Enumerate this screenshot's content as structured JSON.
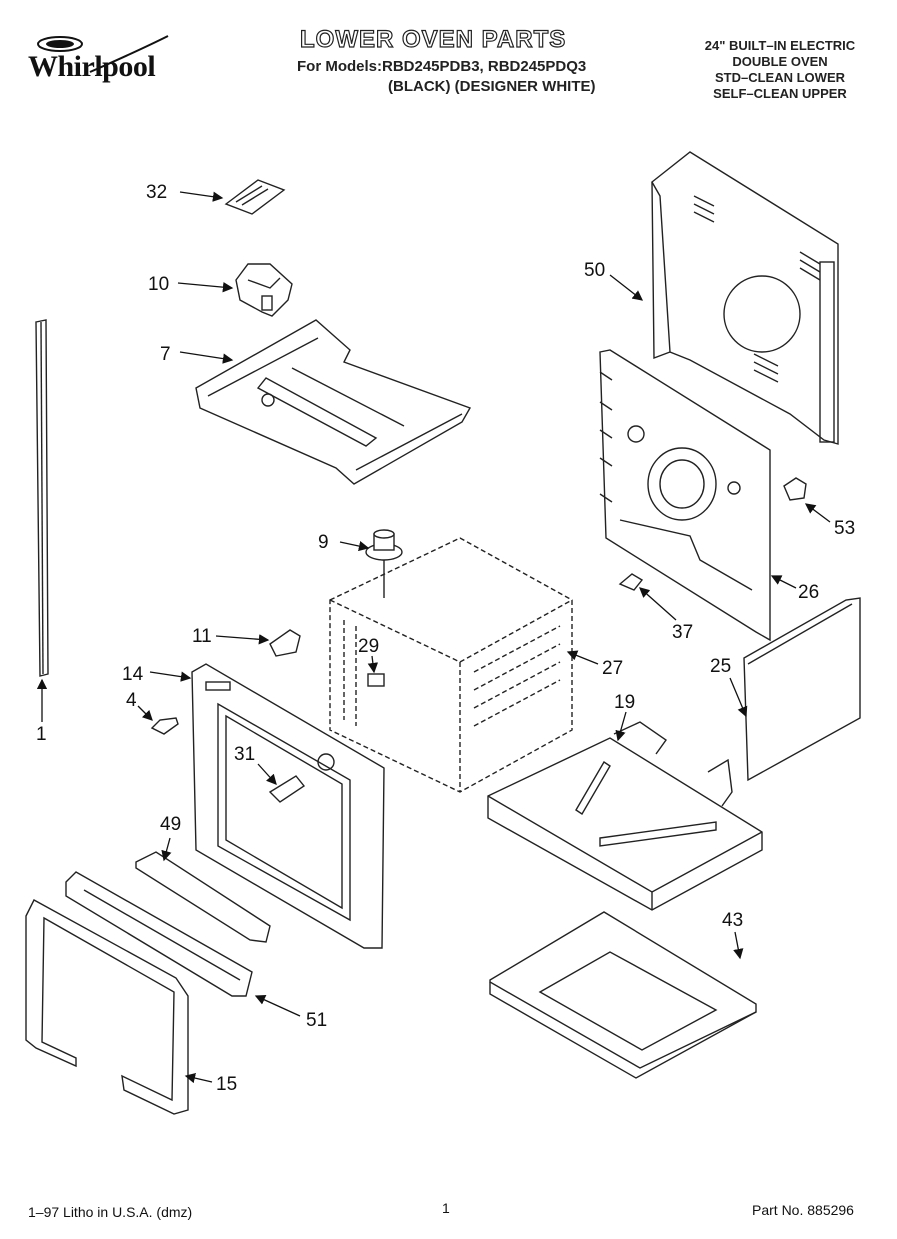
{
  "header": {
    "brand": "Whirlpool",
    "title": "LOWER OVEN PARTS",
    "models_line": "For Models:RBD245PDB3, RBD245PDQ3",
    "colors_line": "(BLACK) (DESIGNER WHITE)",
    "spec_lines": [
      "24\" BUILT–IN ELECTRIC",
      "DOUBLE OVEN",
      "STD–CLEAN LOWER",
      "SELF–CLEAN UPPER"
    ]
  },
  "callouts": {
    "p32": "32",
    "p10": "10",
    "p7": "7",
    "p50": "50",
    "p53": "53",
    "p9": "9",
    "p26": "26",
    "p11": "11",
    "p37": "37",
    "p29": "29",
    "p27": "27",
    "p14": "14",
    "p4": "4",
    "p25": "25",
    "p1": "1",
    "p19": "19",
    "p31": "31",
    "p49": "49",
    "p43": "43",
    "p51": "51",
    "p15": "15"
  },
  "footer": {
    "litho": "1–97 Litho in U.S.A. (dmz)",
    "page_number": "1",
    "part_number": "Part No. 885296"
  }
}
